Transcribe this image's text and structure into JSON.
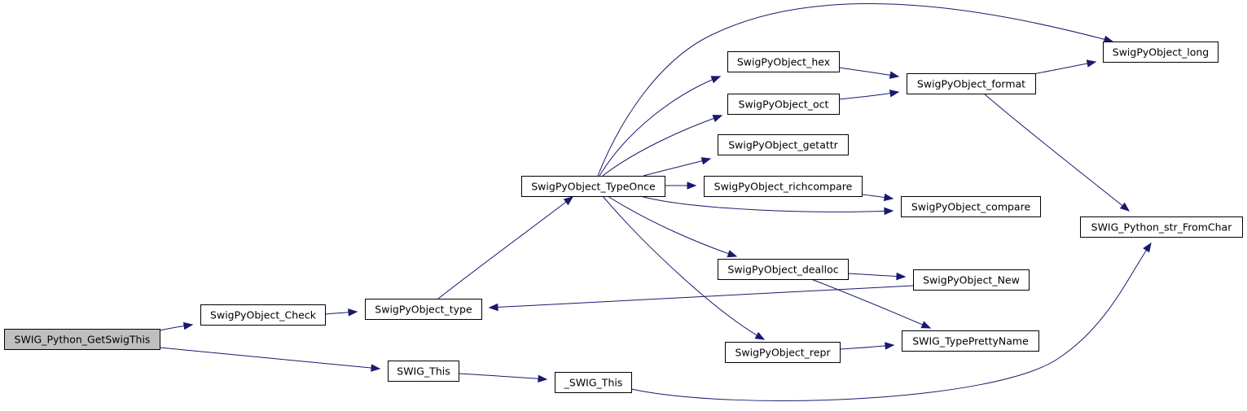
{
  "graph": {
    "edge_color": "#191970",
    "root_fill": "#bfbfbf",
    "nodes": [
      {
        "id": "SWIG_Python_GetSwigThis",
        "label": "SWIG_Python_GetSwigThis"
      },
      {
        "id": "SwigPyObject_Check",
        "label": "SwigPyObject_Check"
      },
      {
        "id": "SWIG_This",
        "label": "SWIG_This"
      },
      {
        "id": "SwigPyObject_type",
        "label": "SwigPyObject_type"
      },
      {
        "id": "_SWIG_This",
        "label": "_SWIG_This"
      },
      {
        "id": "SwigPyObject_TypeOnce",
        "label": "SwigPyObject_TypeOnce"
      },
      {
        "id": "SwigPyObject_hex",
        "label": "SwigPyObject_hex"
      },
      {
        "id": "SwigPyObject_oct",
        "label": "SwigPyObject_oct"
      },
      {
        "id": "SwigPyObject_getattr",
        "label": "SwigPyObject_getattr"
      },
      {
        "id": "SwigPyObject_richcompare",
        "label": "SwigPyObject_richcompare"
      },
      {
        "id": "SwigPyObject_dealloc",
        "label": "SwigPyObject_dealloc"
      },
      {
        "id": "SwigPyObject_repr",
        "label": "SwigPyObject_repr"
      },
      {
        "id": "SwigPyObject_format",
        "label": "SwigPyObject_format"
      },
      {
        "id": "SwigPyObject_compare",
        "label": "SwigPyObject_compare"
      },
      {
        "id": "SwigPyObject_New",
        "label": "SwigPyObject_New"
      },
      {
        "id": "SWIG_TypePrettyName",
        "label": "SWIG_TypePrettyName"
      },
      {
        "id": "SwigPyObject_long",
        "label": "SwigPyObject_long"
      },
      {
        "id": "SWIG_Python_str_FromChar",
        "label": "SWIG_Python_str_FromChar"
      }
    ],
    "edges": [
      {
        "from": "SWIG_Python_GetSwigThis",
        "to": "SwigPyObject_Check"
      },
      {
        "from": "SWIG_Python_GetSwigThis",
        "to": "SWIG_This"
      },
      {
        "from": "SwigPyObject_Check",
        "to": "SwigPyObject_type"
      },
      {
        "from": "SwigPyObject_type",
        "to": "SwigPyObject_TypeOnce"
      },
      {
        "from": "SwigPyObject_TypeOnce",
        "to": "SwigPyObject_long"
      },
      {
        "from": "SwigPyObject_TypeOnce",
        "to": "SwigPyObject_hex"
      },
      {
        "from": "SwigPyObject_TypeOnce",
        "to": "SwigPyObject_oct"
      },
      {
        "from": "SwigPyObject_TypeOnce",
        "to": "SwigPyObject_getattr"
      },
      {
        "from": "SwigPyObject_TypeOnce",
        "to": "SwigPyObject_richcompare"
      },
      {
        "from": "SwigPyObject_TypeOnce",
        "to": "SwigPyObject_compare"
      },
      {
        "from": "SwigPyObject_TypeOnce",
        "to": "SwigPyObject_dealloc"
      },
      {
        "from": "SwigPyObject_TypeOnce",
        "to": "SwigPyObject_repr"
      },
      {
        "from": "SwigPyObject_hex",
        "to": "SwigPyObject_format"
      },
      {
        "from": "SwigPyObject_oct",
        "to": "SwigPyObject_format"
      },
      {
        "from": "SwigPyObject_format",
        "to": "SwigPyObject_long"
      },
      {
        "from": "SwigPyObject_format",
        "to": "SWIG_Python_str_FromChar"
      },
      {
        "from": "SwigPyObject_richcompare",
        "to": "SwigPyObject_compare"
      },
      {
        "from": "SwigPyObject_dealloc",
        "to": "SwigPyObject_New"
      },
      {
        "from": "SwigPyObject_dealloc",
        "to": "SWIG_TypePrettyName"
      },
      {
        "from": "SwigPyObject_New",
        "to": "SwigPyObject_type"
      },
      {
        "from": "SwigPyObject_repr",
        "to": "SWIG_TypePrettyName"
      },
      {
        "from": "SWIG_This",
        "to": "_SWIG_This"
      },
      {
        "from": "_SWIG_This",
        "to": "SWIG_Python_str_FromChar"
      }
    ]
  }
}
